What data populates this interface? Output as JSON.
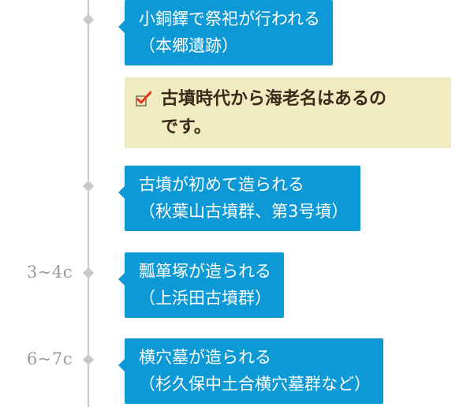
{
  "timeline": {
    "eras": [
      {
        "label": "3~4c"
      },
      {
        "label": "6~7c"
      }
    ],
    "events": [
      {
        "line1": "小銅鐸で祭祀が行われる",
        "line2": "（本郷遺跡）"
      },
      {
        "line1": "古墳が初めて造られる",
        "line2": "（秋葉山古墳群、第3号墳）"
      },
      {
        "line1": "瓢箪塚が造られる",
        "line2": "（上浜田古墳群）"
      },
      {
        "line1": "横穴墓が造られる",
        "line2": "（杉久保中土合横穴墓群など）"
      }
    ],
    "note": {
      "line1": "古墳時代から海老名はあるの",
      "line2": "です。",
      "icon": "checkbox-checked-icon"
    }
  },
  "colors": {
    "event_bg": "#0d99d6",
    "note_bg": "#f1ebc2",
    "axis": "#c8c8c8",
    "check_red": "#e8331c"
  }
}
